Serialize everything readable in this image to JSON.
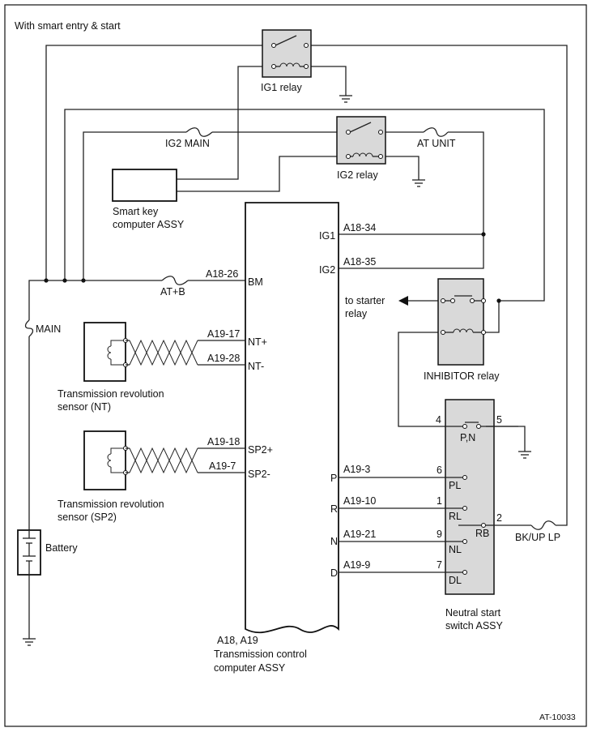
{
  "header": {
    "title": "With smart entry & start"
  },
  "footer": {
    "code": "AT-10033"
  },
  "relays": {
    "ig1": "IG1 relay",
    "ig2": "IG2 relay",
    "inhibitor": "INHIBITOR relay"
  },
  "fuses": {
    "ig2_main": "IG2 MAIN",
    "at_unit": "AT UNIT",
    "at_b": "AT+B",
    "main": "MAIN",
    "bk_up_lp": "BK/UP LP"
  },
  "components": {
    "smart_key_line1": "Smart key",
    "smart_key_line2": "computer ASSY",
    "battery": "Battery",
    "nt_sensor_line1": "Transmission revolution",
    "nt_sensor_line2": "sensor (NT)",
    "sp2_sensor_line1": "Transmission revolution",
    "sp2_sensor_line2": "sensor (SP2)",
    "starter_line1": "to starter",
    "starter_line2": "relay",
    "tcm_connectors": "A18, A19",
    "tcm_line1": "Transmission control",
    "tcm_line2": "computer ASSY",
    "nss_line1": "Neutral start",
    "nss_line2": "switch ASSY"
  },
  "tcm_pins": {
    "ig1": {
      "name": "IG1",
      "wire": "A18-34"
    },
    "ig2": {
      "name": "IG2",
      "wire": "A18-35"
    },
    "bm": {
      "name": "BM",
      "wire": "A18-26"
    },
    "nt_plus": {
      "name": "NT+",
      "wire": "A19-17"
    },
    "nt_minus": {
      "name": "NT-",
      "wire": "A19-28"
    },
    "sp2_plus": {
      "name": "SP2+",
      "wire": "A19-18"
    },
    "sp2_minus": {
      "name": "SP2-",
      "wire": "A19-7"
    },
    "p": {
      "name": "P",
      "wire": "A19-3"
    },
    "r": {
      "name": "R",
      "wire": "A19-10"
    },
    "n": {
      "name": "N",
      "wire": "A19-21"
    },
    "d": {
      "name": "D",
      "wire": "A19-9"
    }
  },
  "nss_terminals": {
    "t4": "4",
    "t5": "5",
    "pn": "P,N",
    "t6": "6",
    "pl": "PL",
    "t1": "1",
    "rl": "RL",
    "t2": "2",
    "rb": "RB",
    "t9": "9",
    "nl": "NL",
    "t7": "7",
    "dl": "DL"
  }
}
